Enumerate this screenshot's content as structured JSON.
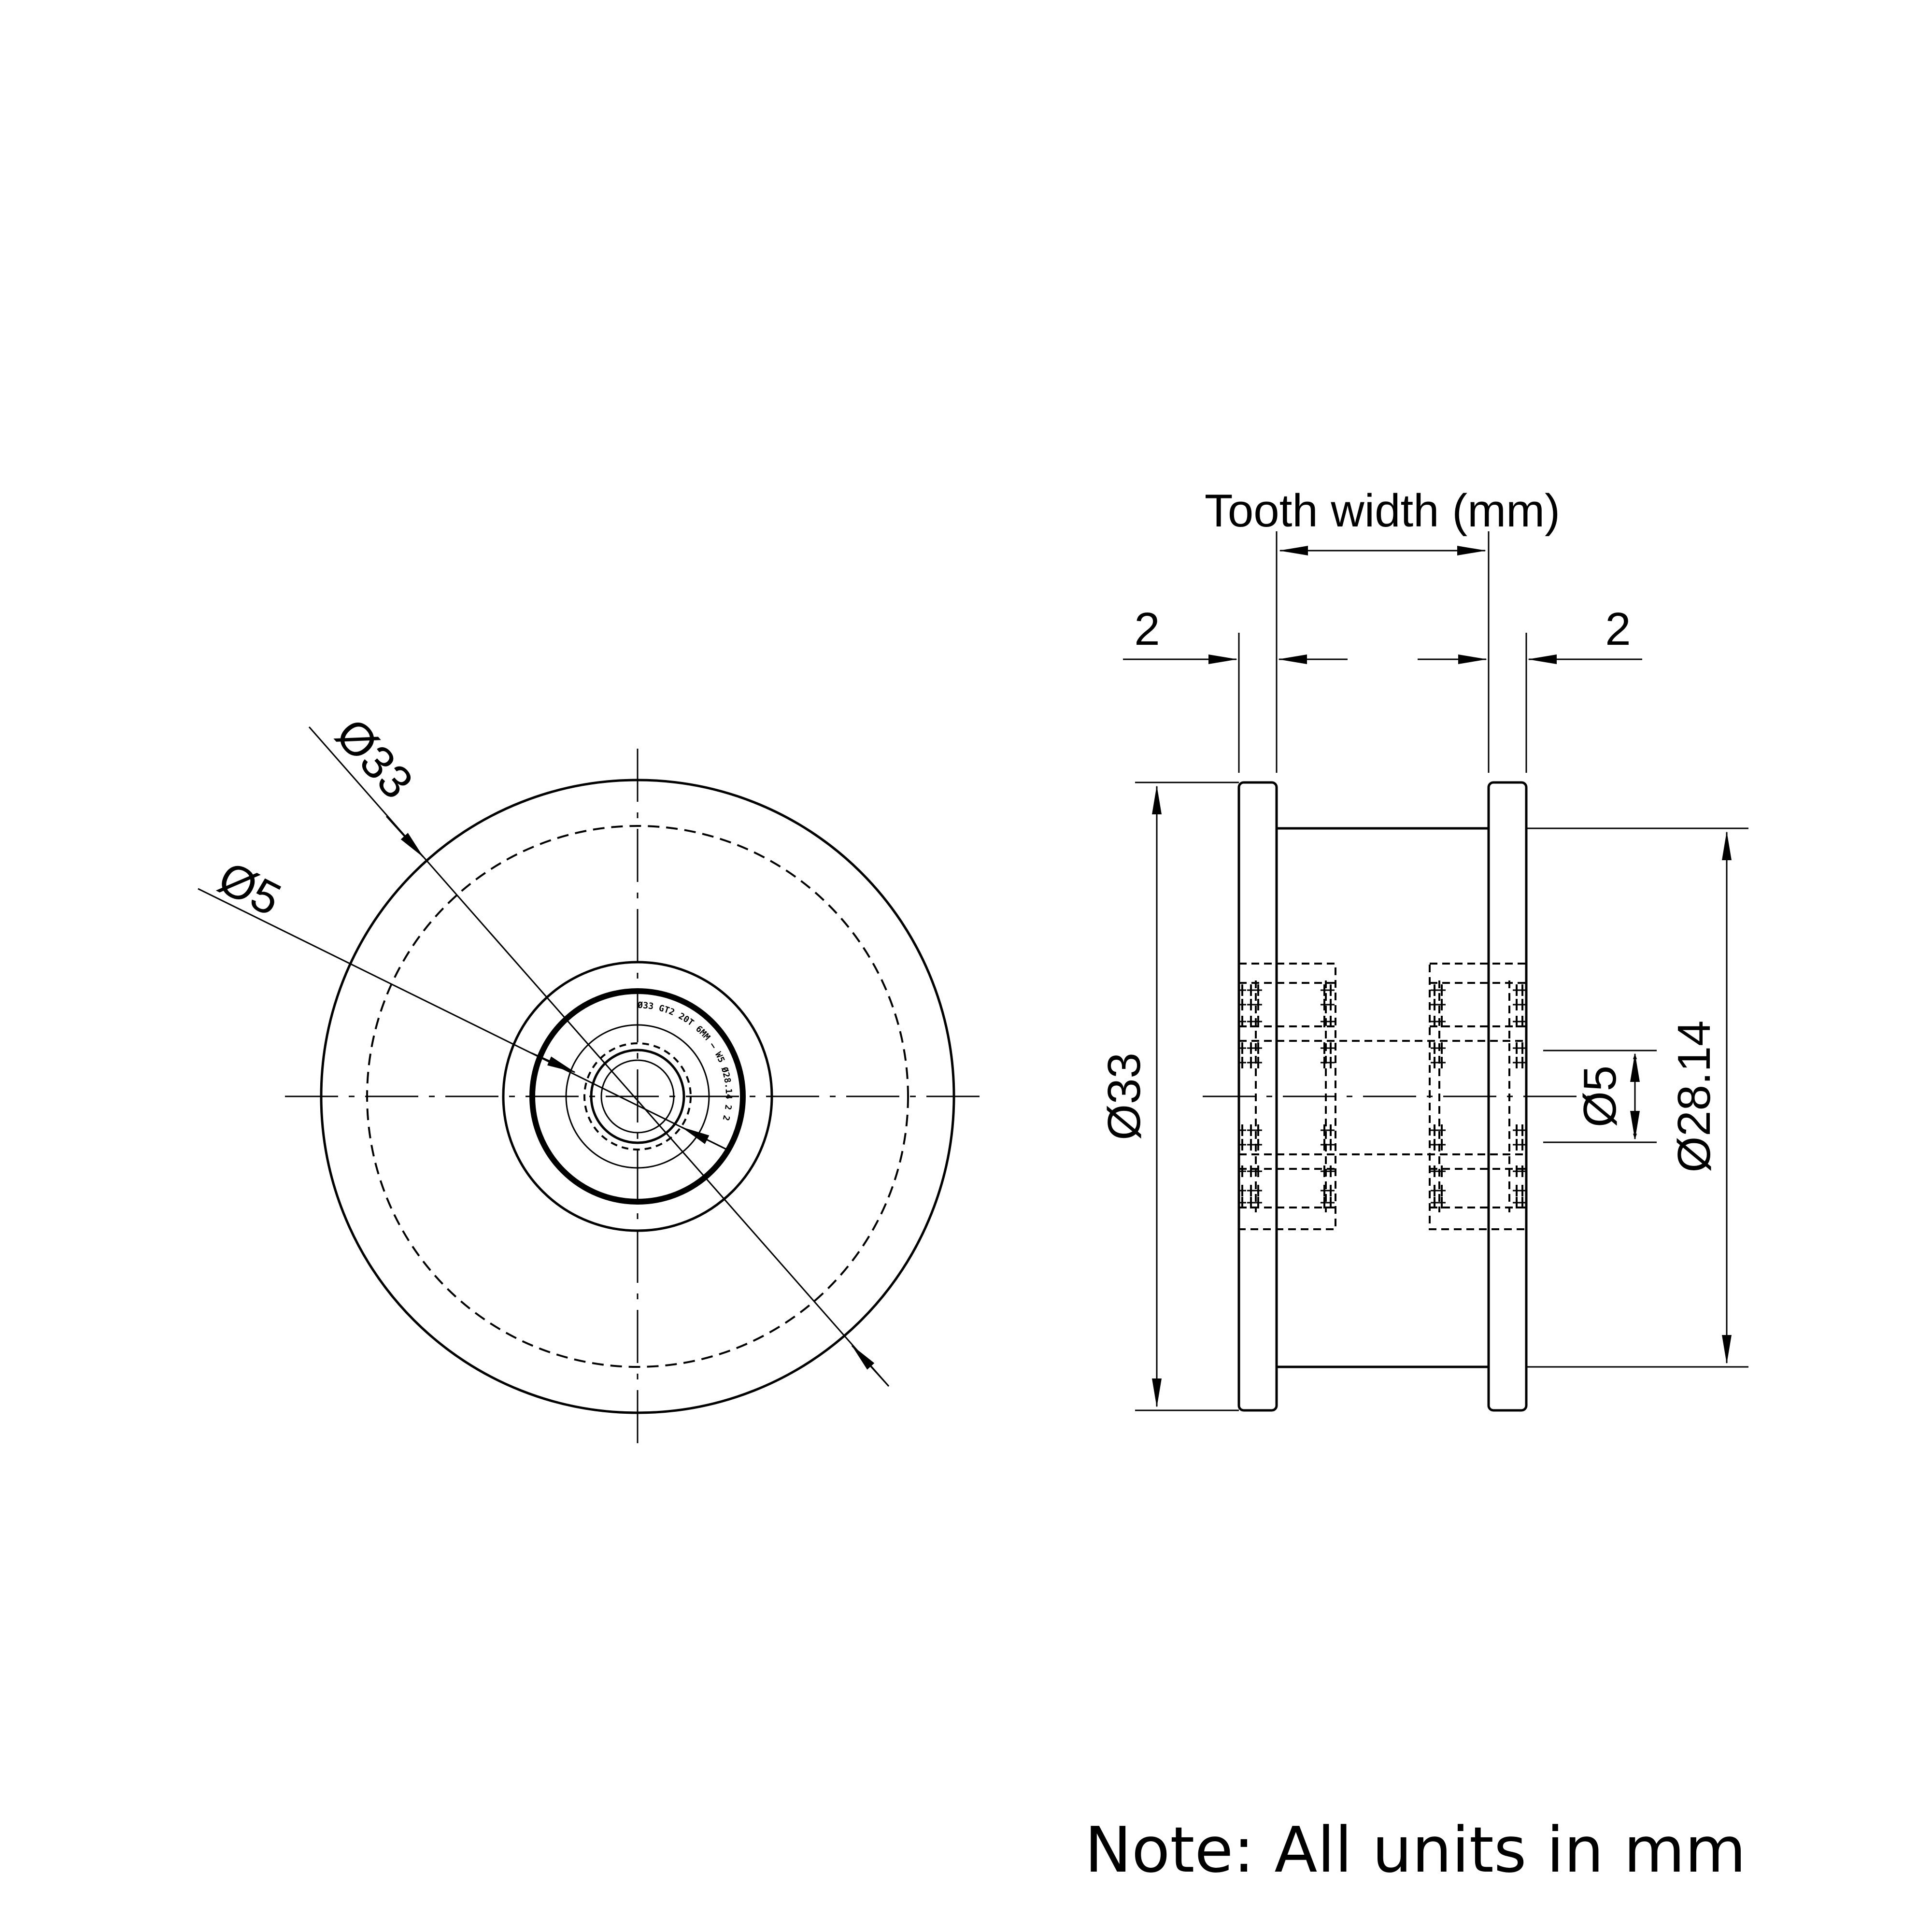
{
  "front_view": {
    "outer_diameter_label": "Ø33",
    "bore_diameter_label": "Ø5",
    "engraving_text": "Ø33 GT2 20T 6MM — W5 Ø28.14 2 2"
  },
  "side_view": {
    "tooth_width_label": "Tooth width (mm)",
    "left_flange_label": "2",
    "right_flange_label": "2",
    "flange_diameter_label": "Ø33",
    "bore_diameter_label": "Ø5",
    "pitch_diameter_label": "Ø28.14"
  },
  "note": "Note: All units in mm",
  "colors": {
    "line": "#000000",
    "background": "#ffffff"
  }
}
